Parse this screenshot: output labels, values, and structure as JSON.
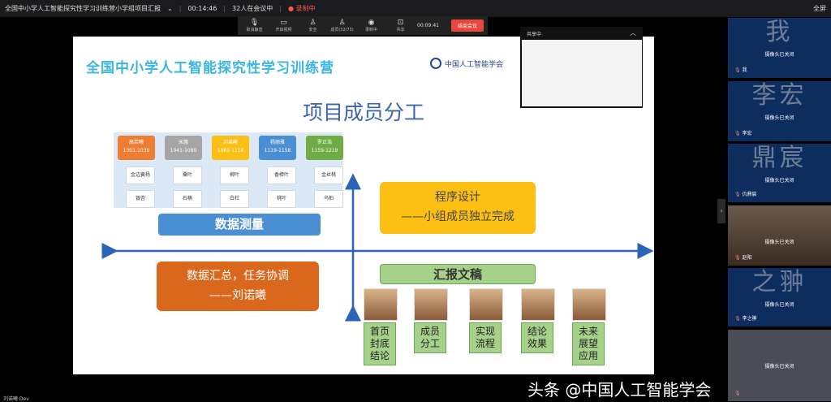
{
  "topbar": {
    "title": "全国中小学人工智能探究性学习训练营小学组项目汇报",
    "timer": "00:14:46",
    "participants": "32人在会议中",
    "recording": "录制中",
    "fullscreen": "全屏"
  },
  "toolbar": {
    "items": [
      {
        "icon": "mic-muted-icon",
        "label": "取消静音"
      },
      {
        "icon": "video-icon",
        "label": "开启视频"
      },
      {
        "icon": "security-icon",
        "label": "安全"
      },
      {
        "icon": "members-icon",
        "label": "成员(32/73)"
      },
      {
        "icon": "record-icon",
        "label": "录制中"
      },
      {
        "icon": "share-icon",
        "label": "共享"
      }
    ],
    "time": "00:09:41",
    "end": "结束会议"
  },
  "slide": {
    "banner": "全国中小学人工智能探究性学习训练营",
    "logo": "中国人工智能学会",
    "title": "项目成员分工",
    "members": [
      {
        "name": "高若曦",
        "range": "1001-1039",
        "items": [
          "金边黄杨",
          "银杏"
        ],
        "color": "#ee7d31"
      },
      {
        "name": "宋惠",
        "range": "1041-1080",
        "items": [
          "桑叶",
          "石楠"
        ],
        "color": "#a5a5a5"
      },
      {
        "name": "刘诺曦",
        "range": "1081-1118",
        "items": [
          "柳叶",
          "白杜"
        ],
        "color": "#fcbf14"
      },
      {
        "name": "杨丽雅",
        "range": "1119-1158",
        "items": [
          "香樟叶",
          "桃叶"
        ],
        "color": "#4a8fd4"
      },
      {
        "name": "罗正浩",
        "range": "1159-1219",
        "items": [
          "金丝桃",
          "乌桕"
        ],
        "color": "#6fac46"
      }
    ],
    "measure": "数据测量",
    "program": {
      "title": "程序设计",
      "sub": "——小组成员独立完成"
    },
    "summary": {
      "title": "数据汇总，任务协调",
      "sub": "——刘诺曦"
    },
    "report": {
      "title": "汇报文稿",
      "parts": [
        "首页封底结论",
        "成员分工",
        "实现流程",
        "结论效果",
        "未来展望应用"
      ]
    }
  },
  "thumbnail": {
    "label": "共享中"
  },
  "participants": [
    {
      "avatar": "我",
      "name": "我",
      "status": "摄像头已关闭"
    },
    {
      "avatar": "李宏",
      "name": "李宏",
      "status": "摄像头已关闭"
    },
    {
      "avatar": "鼎宸",
      "name": "仉鼎宸",
      "status": "摄像头已关闭"
    },
    {
      "avatar": "",
      "name": "赵阳",
      "status": "摄像头已关闭"
    },
    {
      "avatar": "之翀",
      "name": "李之翀",
      "status": "摄像头已关闭"
    },
    {
      "avatar": "",
      "name": "",
      "status": "摄像头已关闭"
    }
  ],
  "self_label": "刘诺曦·Dev",
  "watermark": "头条 @中国人工智能学会"
}
